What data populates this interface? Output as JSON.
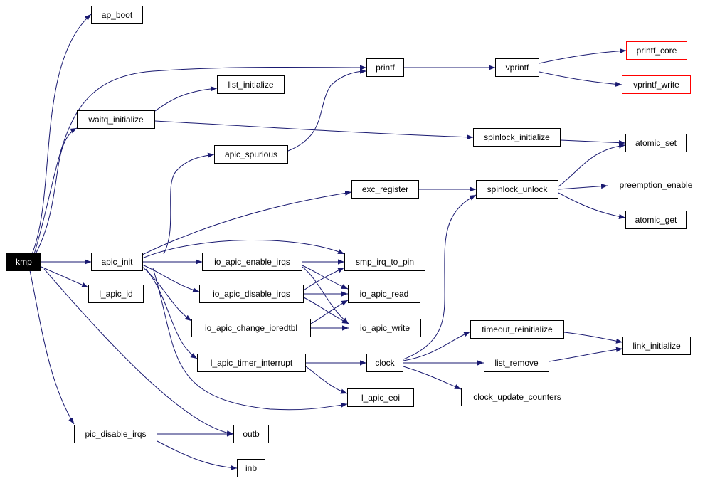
{
  "colors": {
    "edge": "#191970",
    "node_border": "#000000",
    "external_border": "#ff0000",
    "root_fill": "#000000",
    "root_text": "#ffffff"
  },
  "nodes": {
    "kmp": "kmp",
    "ap_boot": "ap_boot",
    "printf": "printf",
    "vprintf": "vprintf",
    "printf_core": "printf_core",
    "vprintf_write": "vprintf_write",
    "list_initialize": "list_initialize",
    "waitq_initialize": "waitq_initialize",
    "spinlock_initialize": "spinlock_initialize",
    "atomic_set": "atomic_set",
    "apic_spurious": "apic_spurious",
    "exc_register": "exc_register",
    "spinlock_unlock": "spinlock_unlock",
    "preemption_enable": "preemption_enable",
    "atomic_get": "atomic_get",
    "apic_init": "apic_init",
    "io_apic_enable_irqs": "io_apic_enable_irqs",
    "smp_irq_to_pin": "smp_irq_to_pin",
    "l_apic_id": "l_apic_id",
    "io_apic_disable_irqs": "io_apic_disable_irqs",
    "io_apic_read": "io_apic_read",
    "io_apic_change_ioredtbl": "io_apic_change_ioredtbl",
    "io_apic_write": "io_apic_write",
    "timeout_reinitialize": "timeout_reinitialize",
    "link_initialize": "link_initialize",
    "l_apic_timer_interrupt": "l_apic_timer_interrupt",
    "clock": "clock",
    "list_remove": "list_remove",
    "l_apic_eoi": "l_apic_eoi",
    "clock_update_counters": "clock_update_counters",
    "pic_disable_irqs": "pic_disable_irqs",
    "outb": "outb",
    "inb": "inb"
  }
}
